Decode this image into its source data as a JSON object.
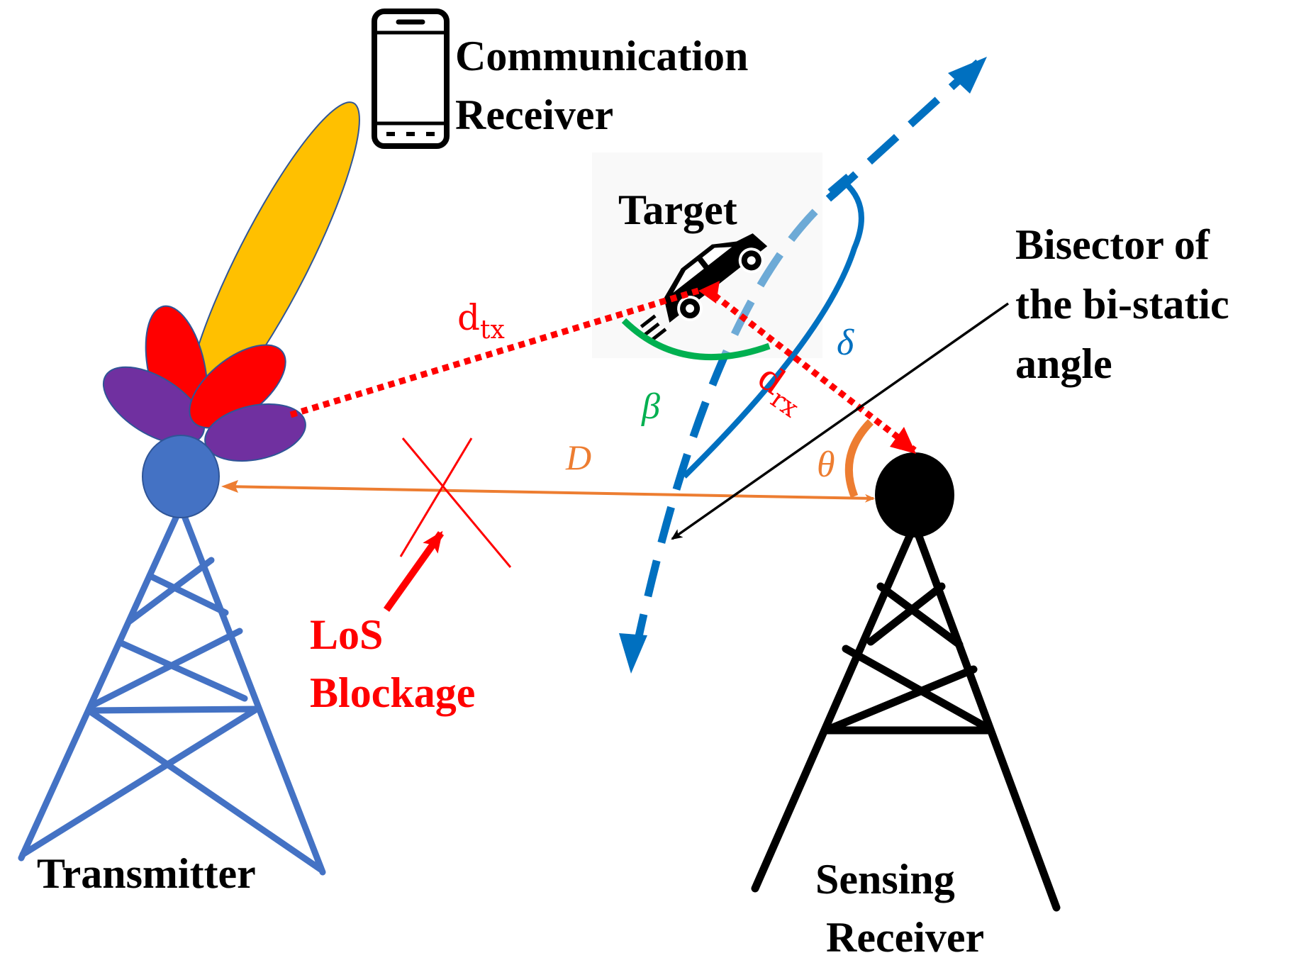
{
  "labels": {
    "comm_receiver_line1": "Communication",
    "comm_receiver_line2": "Receiver",
    "target": "Target",
    "bisector_line1": "Bisector of",
    "bisector_line2": "the bi-static",
    "bisector_line3": "angle",
    "transmitter": "Transmitter",
    "sensing_receiver_line1": "Sensing",
    "sensing_receiver_line2": "Receiver",
    "los_line1": "LoS",
    "los_line2": "Blockage"
  },
  "symbols": {
    "d_tx_base": "d",
    "d_tx_sub": "tx",
    "d_rx_base": "d",
    "d_rx_sub": "rx",
    "D": "D",
    "beta": "β",
    "delta": "δ",
    "theta": "θ"
  },
  "colors": {
    "transmitter_blue": "#4472C4",
    "trajectory_blue": "#0070C0",
    "main_lobe": "#FFC000",
    "side_lobe_red": "#FF0000",
    "side_lobe_purple": "#7030A0",
    "distance_orange": "#ED7D31",
    "beta_green": "#00B050",
    "dashed_red": "#FF0000",
    "black": "#000000"
  },
  "icons": {
    "phone": "smartphone-icon",
    "car": "car-icon",
    "tx_tower": "transmitter-tower-icon",
    "rx_tower": "receiver-tower-icon"
  }
}
